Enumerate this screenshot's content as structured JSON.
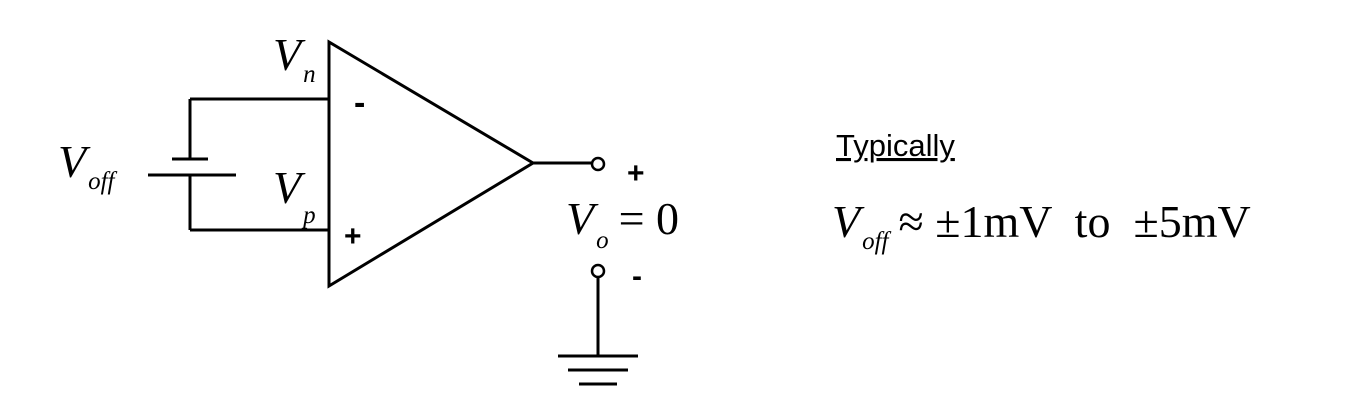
{
  "circuit": {
    "inverting_input": {
      "symbol": "V",
      "subscript": "n"
    },
    "noninverting_input": {
      "symbol": "V",
      "subscript": "p"
    },
    "offset_source": {
      "symbol": "V",
      "subscript": "off"
    },
    "inverting_sign": "-",
    "noninverting_sign": "+",
    "output": {
      "symbol": "V",
      "subscript": "o",
      "equation": "= 0"
    },
    "output_plus": "+",
    "output_minus": "-"
  },
  "note": {
    "heading": "Typically",
    "formula": {
      "symbol": "V",
      "subscript": "off",
      "relation": "≈ ±1mV  to  ±5mV"
    }
  }
}
